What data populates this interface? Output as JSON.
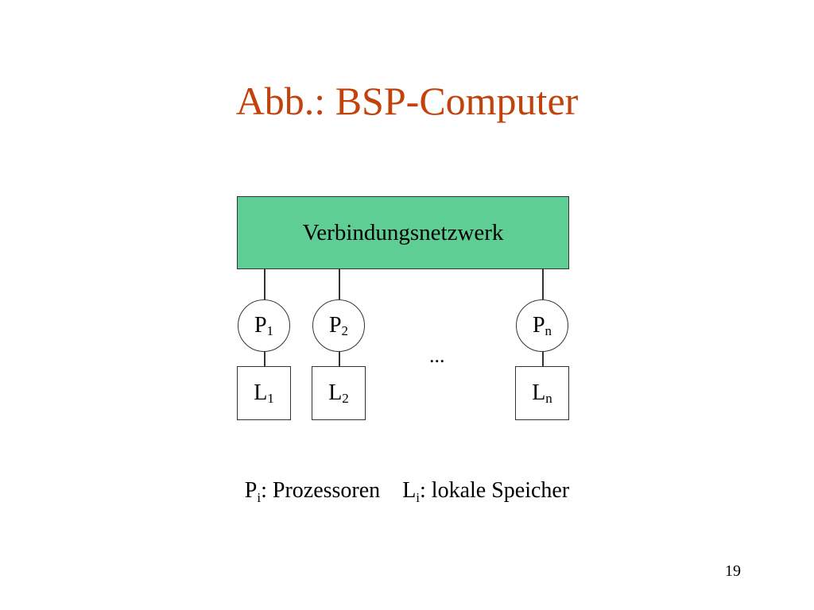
{
  "slide": {
    "title": "Abb.: BSP-Computer",
    "page_number": "19"
  },
  "diagram": {
    "network_label": "Verbindungsnetzwerk",
    "ellipsis": "...",
    "processors": [
      {
        "base": "P",
        "sub": "1"
      },
      {
        "base": "P",
        "sub": "2"
      },
      {
        "base": "P",
        "sub": "n"
      }
    ],
    "memories": [
      {
        "base": "L",
        "sub": "1"
      },
      {
        "base": "L",
        "sub": "2"
      },
      {
        "base": "L",
        "sub": "n"
      }
    ]
  },
  "legend": {
    "proc_base": "P",
    "proc_sub": "i",
    "proc_text": ": Prozessoren",
    "mem_base": "L",
    "mem_sub": "i",
    "mem_text": ": lokale Speicher"
  }
}
